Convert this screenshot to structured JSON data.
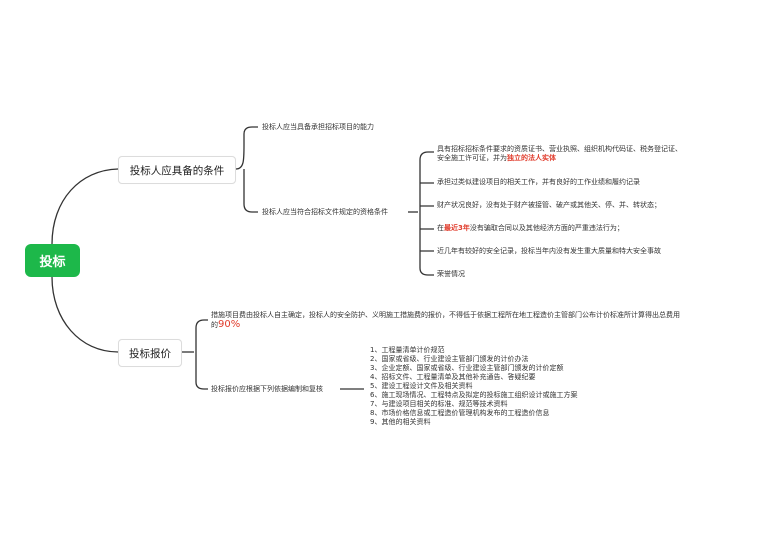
{
  "root": {
    "label": "投标"
  },
  "branch1": {
    "label": "投标人应具备的条件",
    "children": [
      {
        "label": "投标人应当具备承担招标项目的能力"
      },
      {
        "label": "投标人应当符合招标文件规定的资格条件",
        "items": [
          {
            "line1": "具有招标招标条件要求的资质证书、营业执照、组织机构代码证、税务登记证、",
            "line2_before": "安全施工许可证，并为",
            "line2_highlight": "独立的法人实体"
          },
          {
            "text": "承担过类似建设项目的相关工作，并有良好的工作业绩和履约记录"
          },
          {
            "text": "财产状况良好，没有处于财产被接管、破产或其他关、停、并、转状态；"
          },
          {
            "before": "在",
            "highlight": "最近3年",
            "after": "没有骗取合同以及其他经济方面的严重违法行为；"
          },
          {
            "text": "近几年有较好的安全记录，投标当年内没有发生重大质量和特大安全事故"
          },
          {
            "text": "荣誉情况"
          }
        ]
      }
    ]
  },
  "branch2": {
    "label": "投标报价",
    "children": [
      {
        "line1": "措施项目费由投标人自主确定，投标人的安全防护、义明施工措施费的报价，不得低于依据工程所在地工程造价主管部门公布计价标准所计算得出总费用",
        "line2_before": "的",
        "line2_highlight": "90%"
      },
      {
        "label": "投标报价应根据下列依据编制和复核",
        "items": [
          "1、工程量清单计价规范",
          "2、国家或省级、行业建设主管部门颁发的计价办法",
          "3、企业定额、国家或省级、行业建设主管部门颁发的计价定额",
          "4、招标文件、工程量清单及其他补充通告、答疑纪要",
          "5、建设工程设计文件及相关资料",
          "6、施工现场情况、工程特点及拟定的投标施工组织设计或施工方案",
          "7、与建设项目相关的标准、规范等技术资料",
          "8、市场价格信息或工程造价管理机构发布的工程造价信息",
          "9、其他的相关资料"
        ]
      }
    ]
  },
  "colors": {
    "root_bg": "#1db84a",
    "highlight": "#e03b2b",
    "line": "#333333"
  }
}
